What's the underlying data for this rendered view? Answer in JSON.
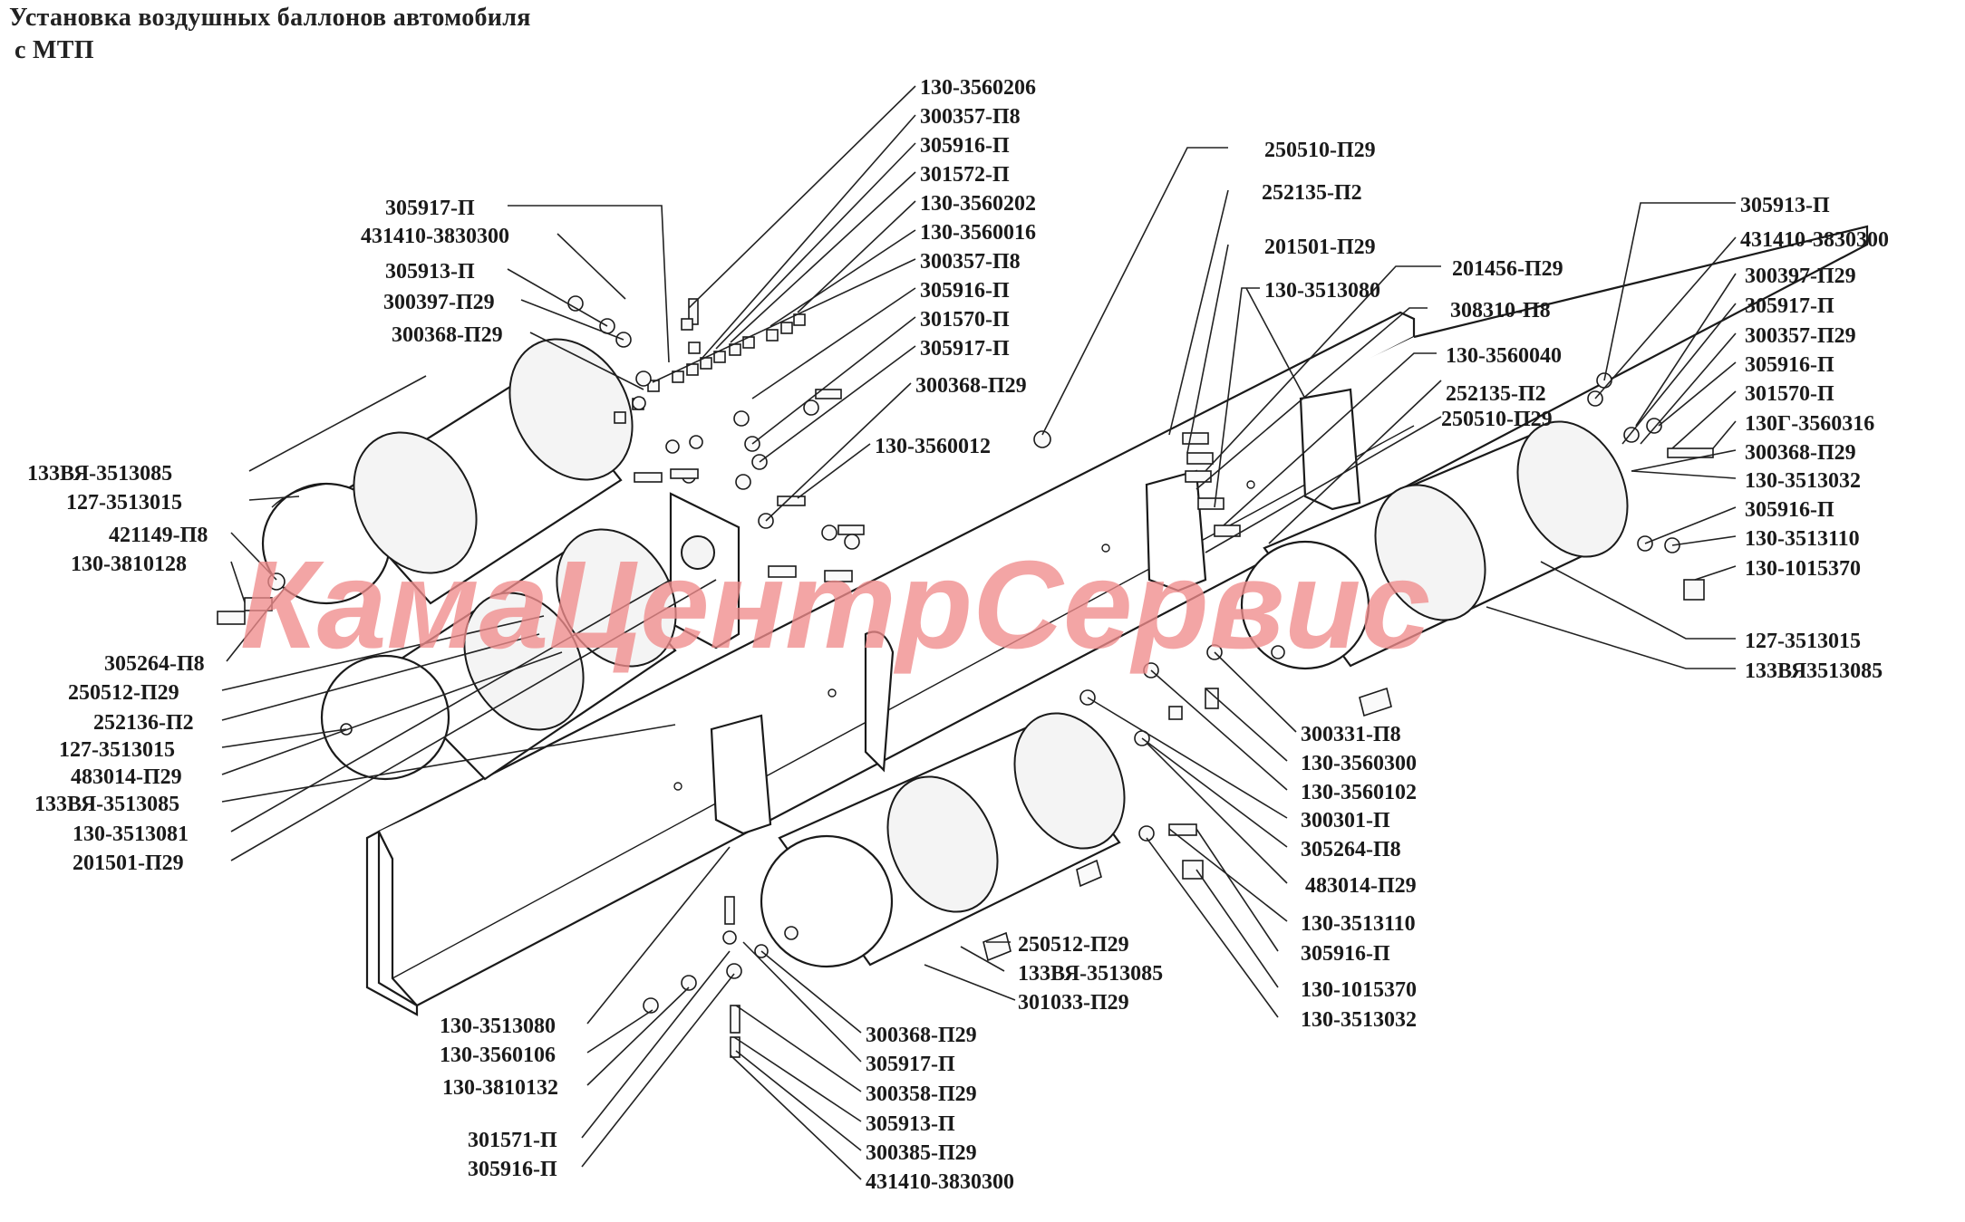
{
  "title": {
    "line1": "Установка воздушных баллонов автомобиля",
    "line2": "с МТП"
  },
  "watermark": "КамаЦентрСервис",
  "colors": {
    "watermark": "#f08c8c",
    "ink": "#1a1a1a",
    "background": "#ffffff"
  },
  "labels": [
    "130-3560206",
    "300357-П8",
    "305916-П",
    "301572-П",
    "130-3560202",
    "130-3560016",
    "300357-П8",
    "305916-П",
    "301570-П",
    "305917-П",
    "300368-П29",
    "130-3560012",
    "305917-П",
    "431410-3830300",
    "305913-П",
    "300397-П29",
    "300368-П29",
    "250510-П29",
    "252135-П2",
    "201501-П29",
    "201456-П29",
    "130-3513080",
    "308310-П8",
    "130-3560040",
    "252135-П2",
    "250510-П29",
    "305913-П",
    "431410-3830300",
    "300397-П29",
    "305917-П",
    "300357-П29",
    "305916-П",
    "301570-П",
    "130Г-3560316",
    "300368-П29",
    "130-3513032",
    "305916-П",
    "130-3513110",
    "130-1015370",
    "127-3513015",
    "133ВЯ3513085",
    "133ВЯ-3513085",
    "127-3513015",
    "421149-П8",
    "130-3810128",
    "305264-П8",
    "250512-П29",
    "252136-П2",
    "127-3513015",
    "483014-П29",
    "133ВЯ-3513085",
    "130-3513081",
    "201501-П29",
    "300331-П8",
    "130-3560300",
    "130-3560102",
    "300301-П",
    "305264-П8",
    "483014-П29",
    "130-3513110",
    "305916-П",
    "130-1015370",
    "130-3513032",
    "250512-П29",
    "133ВЯ-3513085",
    "301033-П29",
    "130-3513080",
    "130-3560106",
    "130-3810132",
    "301571-П",
    "305916-П",
    "300368-П29",
    "305917-П",
    "300358-П29",
    "305913-П",
    "300385-П29",
    "431410-3830300"
  ]
}
